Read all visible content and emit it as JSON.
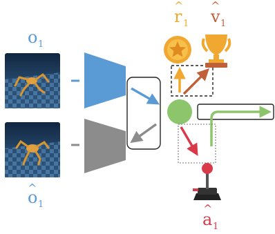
{
  "labels": {
    "obs_base": "o",
    "obs_sub": "1",
    "recon_base": "o",
    "recon_hat": "^",
    "recon_sub": "1",
    "reward_base": "r",
    "reward_hat": "^",
    "reward_sub": "1",
    "value_base": "v",
    "value_hat": "^",
    "value_sub": "1",
    "action_base": "a",
    "action_hat": "^",
    "action_sub": "1"
  },
  "icons": {
    "reward": "gold-star-coin",
    "value": "gold-trophy",
    "action": "joystick"
  },
  "colors": {
    "observation": "#5b9bd5",
    "encoder": "#5b9bd5",
    "decoder": "#8c8c8c",
    "latent": "#8cc56c",
    "reward": "#f0a830",
    "value": "#c0603a",
    "action": "#d93a4a",
    "recurrent": "#8cc56c"
  }
}
